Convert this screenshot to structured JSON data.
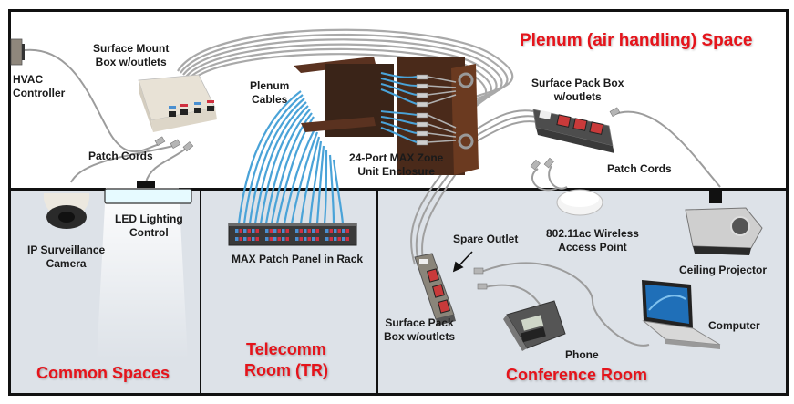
{
  "diagram": {
    "zones": {
      "plenum": "Plenum (air handling) Space",
      "common": "Common Spaces",
      "tr_line1": "Telecomm",
      "tr_line2": "Room (TR)",
      "conference": "Conference Room"
    },
    "labels": {
      "hvac_1": "HVAC",
      "hvac_2": "Controller",
      "smb_1": "Surface Mount",
      "smb_2": "Box w/outlets",
      "plenum_cables_1": "Plenum",
      "plenum_cables_2": "Cables",
      "patch_cords_left": "Patch Cords",
      "max_zone_1": "24-Port MAX Zone",
      "max_zone_2": "Unit Enclosure",
      "spb_top_1": "Surface Pack Box",
      "spb_top_2": "w/outlets",
      "patch_cords_right": "Patch Cords",
      "camera_1": "IP Surveillance",
      "camera_2": "Camera",
      "led_1": "LED Lighting",
      "led_2": "Control",
      "patch_panel": "MAX Patch Panel in Rack",
      "spare_outlet": "Spare Outlet",
      "wap_1": "802.11ac Wireless",
      "wap_2": "Access Point",
      "projector": "Ceiling Projector",
      "spb_conf_1": "Surface Pack",
      "spb_conf_2": "Box w/outlets",
      "phone": "Phone",
      "computer": "Computer"
    },
    "colors": {
      "zone_title": "#e5141b",
      "blue_cable": "#4aa3d8",
      "gray_cable": "#9a9a9a",
      "enclosure": "#4a2a1a",
      "zone_bg": "#dde2e8"
    }
  }
}
